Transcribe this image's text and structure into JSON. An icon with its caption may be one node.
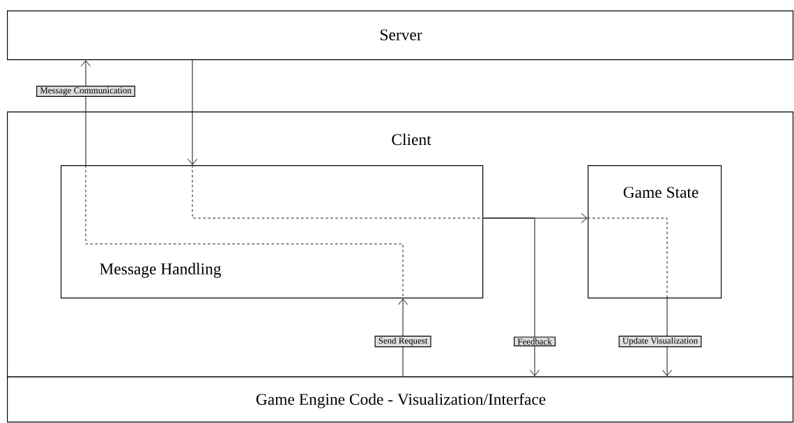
{
  "diagram": {
    "nodes": [
      {
        "text": [
          "Server"
        ]
      },
      {
        "text": [
          "Client"
        ]
      },
      {
        "text": [
          "Message Handling"
        ],
        "in": 1
      },
      {
        "text": [
          "Game State"
        ],
        "in": 1
      },
      {
        "text": [
          "Game Engine Code - Visualization/Interface"
        ]
      }
    ],
    "edges": [
      {
        "from": 2,
        "to": 0,
        "arrow": "to",
        "label": "Message Communication"
      },
      {
        "from": 0,
        "to": 2,
        "arrow": "to"
      },
      {
        "from": 2,
        "to": 3,
        "arrow": "to"
      },
      {
        "from": 4,
        "to": 2,
        "arrow": "to",
        "label": "Send Request"
      },
      {
        "from": 2,
        "to": 4,
        "arrow": "to",
        "label": "Feedback"
      },
      {
        "from": 3,
        "to": 4,
        "arrow": "to",
        "label": "Update Visualization"
      }
    ]
  }
}
